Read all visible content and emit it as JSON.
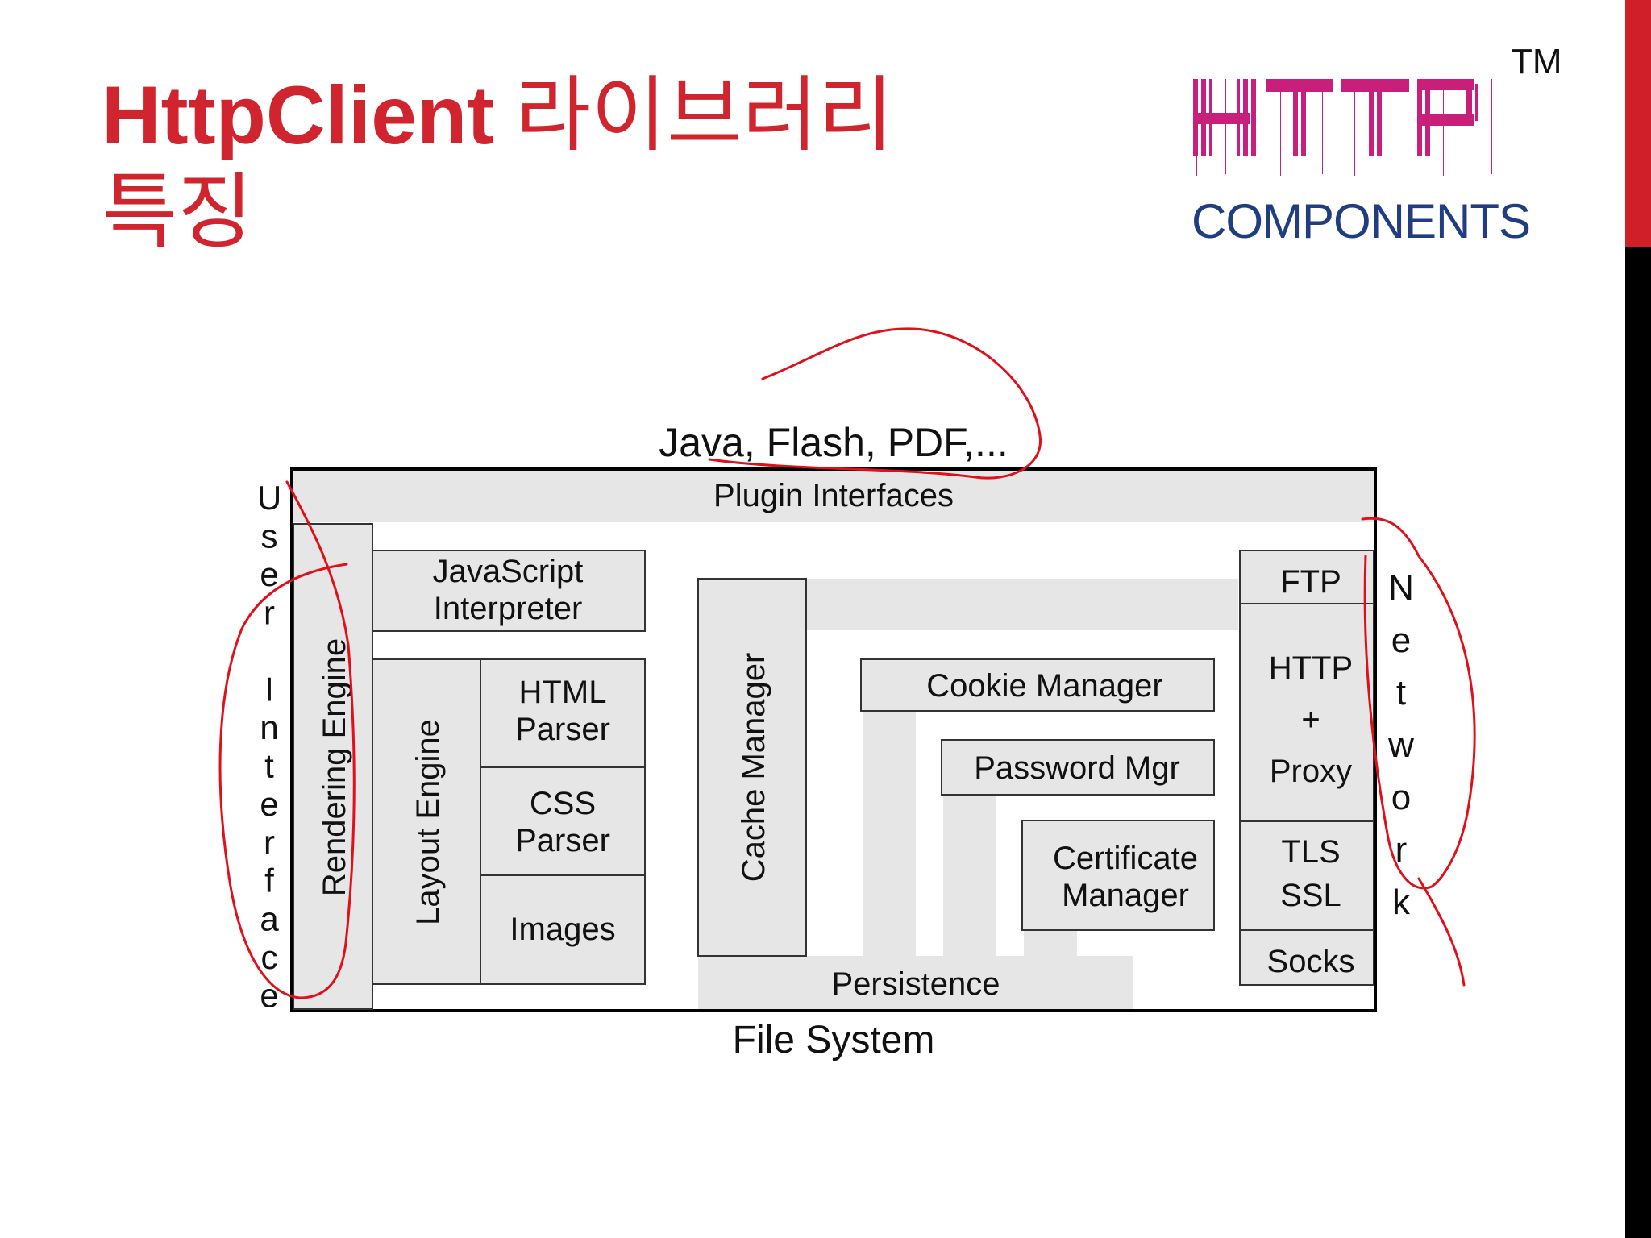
{
  "slide": {
    "title_latin": "HttpClient",
    "title_hangul": "라이브러리",
    "title_line2": "특징"
  },
  "logo": {
    "tm": "TM",
    "text": "COMPONENTS"
  },
  "diagram": {
    "top_label": "Java, Flash, PDF,...",
    "plugin_interfaces": "Plugin Interfaces",
    "user_interface": "User Interface",
    "rendering_engine": "Rendering Engine",
    "javascript_interpreter": [
      "JavaScript",
      "Interpreter"
    ],
    "layout_engine": "Layout Engine",
    "html_parser": [
      "HTML",
      "Parser"
    ],
    "css_parser": [
      "CSS",
      "Parser"
    ],
    "images": "Images",
    "cache_manager": "Cache Manager",
    "cookie_manager": "Cookie Manager",
    "password_mgr": "Password Mgr",
    "certificate_manager": [
      "Certificate",
      "Manager"
    ],
    "persistence": "Persistence",
    "ftp": "FTP",
    "http_proxy": [
      "HTTP",
      "+",
      "Proxy"
    ],
    "tls_ssl": [
      "TLS",
      "SSL"
    ],
    "socks": "Socks",
    "network": "Network",
    "file_system": "File System"
  },
  "colors": {
    "title_red": "#d0252e",
    "annotation_red": "#e0101a",
    "box_fill": "#e8e8e8",
    "logo_magenta": "#c8207a",
    "logo_blue": "#1f3d80"
  }
}
